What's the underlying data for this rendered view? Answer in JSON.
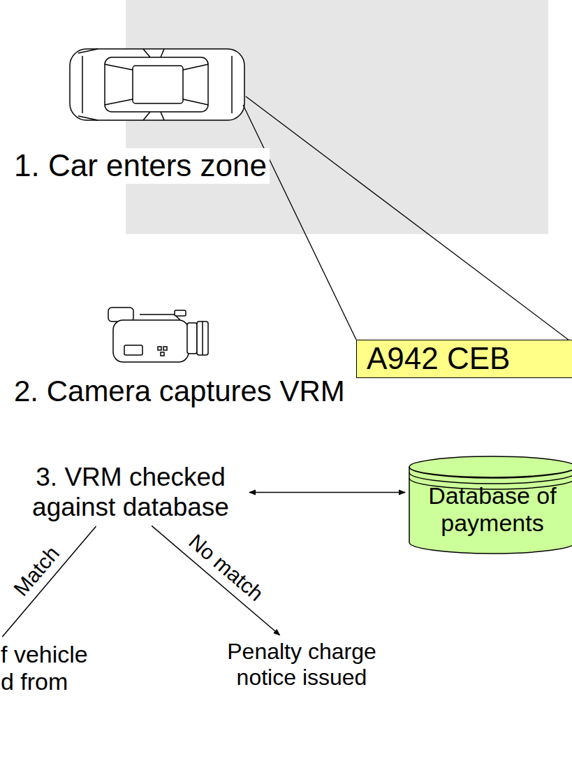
{
  "diagram": {
    "nodes": [
      {
        "text": [
          "A942 CEB"
        ]
      },
      {
        "text": [
          "3. VRM checked against database"
        ]
      },
      {
        "text": [
          "Database of payments"
        ]
      },
      {
        "text": [
          "f vehicle d from"
        ]
      },
      {
        "text": [
          "Penalty charge notice issued"
        ]
      }
    ],
    "edges": [
      {
        "from": 1,
        "to": 2,
        "arrow": "both"
      },
      {
        "from": 1,
        "to": 3,
        "label": "Match",
        "arrow": "none"
      },
      {
        "from": 1,
        "to": 4,
        "label": "No match",
        "arrow": "to"
      }
    ],
    "labels": [
      "1. Car enters zone",
      "2. Camera captures VRM"
    ]
  }
}
